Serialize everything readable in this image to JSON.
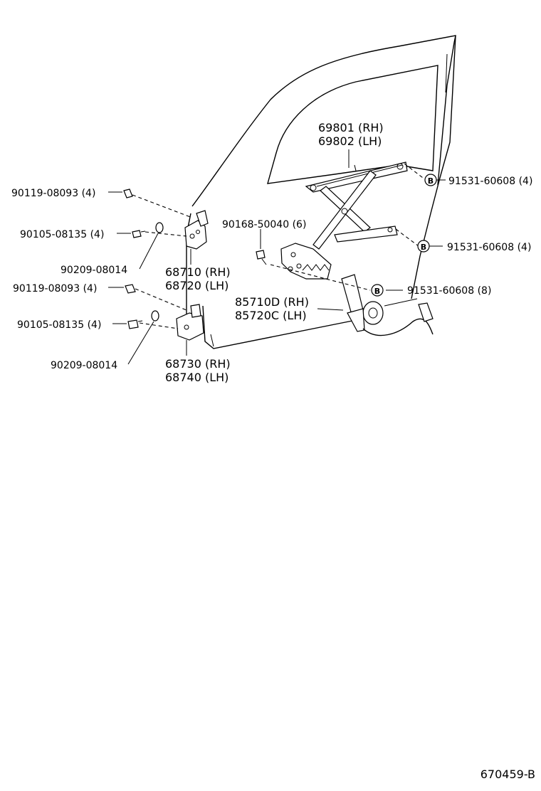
{
  "labels": {
    "regulator_rh": "69801 (RH)",
    "regulator_lh": "69802 (LH)",
    "b_9153_top": "91531-60608 (4)",
    "b_9153_mid": "91531-60608 (4)",
    "b_9153_low": "91531-60608 (8)",
    "bolt_90168": "90168-50040 (6)",
    "motor_rh": "85710D (RH)",
    "motor_lh": "85720C (LH)",
    "upper_hinge_rh": "68710 (RH)",
    "upper_hinge_lh": "68720 (LH)",
    "lower_hinge_rh": "68730 (RH)",
    "lower_hinge_lh": "68740 (LH)",
    "bolt_90119_a": "90119-08093 (4)",
    "bolt_90105_a": "90105-08135 (4)",
    "washer_90209_a": "90209-08014",
    "bolt_90119_b": "90119-08093 (4)",
    "bolt_90105_b": "90105-08135 (4)",
    "washer_90209_b": "90209-08014",
    "badge_b": "B",
    "diagram_id": "670459-B"
  }
}
